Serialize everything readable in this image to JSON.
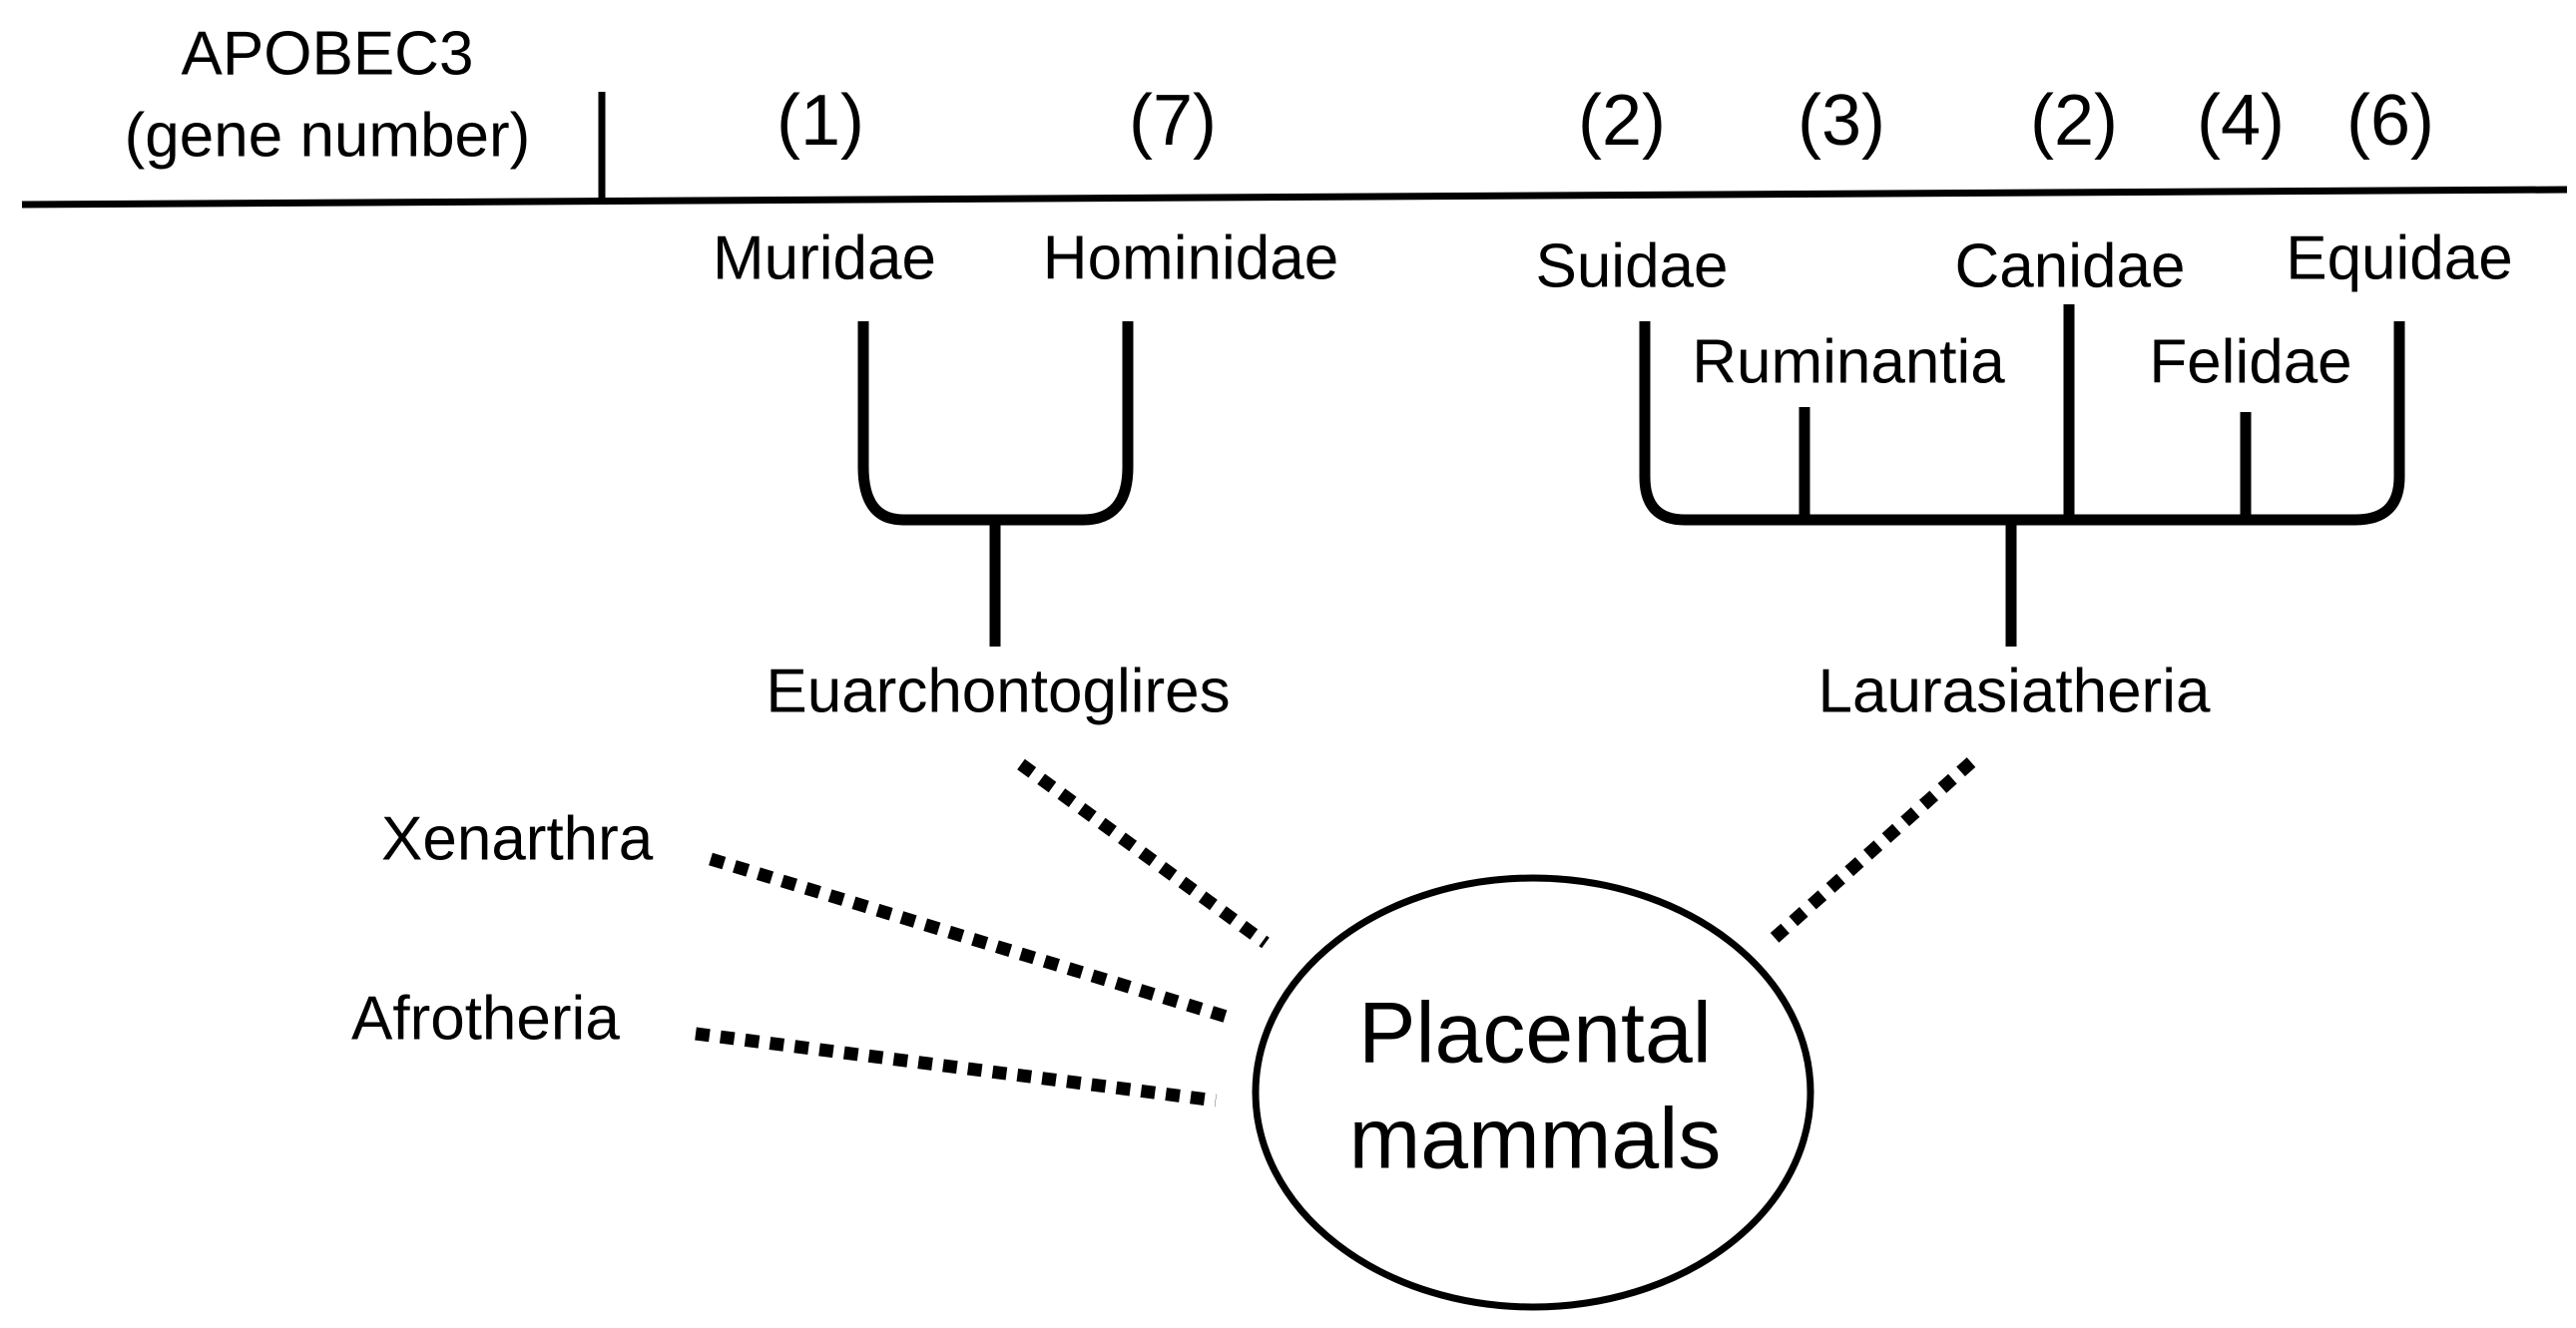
{
  "header": {
    "title_line1": "APOBEC3",
    "title_line2": "(gene number)"
  },
  "gene_counts": [
    {
      "group": "Muridae",
      "count": "(1)"
    },
    {
      "group": "Hominidae",
      "count": "(7)"
    },
    {
      "group": "Suidae",
      "count": "(2)"
    },
    {
      "group": "Ruminantia",
      "count": "(3)"
    },
    {
      "group": "Canidae",
      "count": "(2)"
    },
    {
      "group": "Felidae",
      "count": "(4)"
    },
    {
      "group": "Equidae",
      "count": "(6)"
    }
  ],
  "taxa": {
    "muridae": "Muridae",
    "hominidae": "Hominidae",
    "suidae": "Suidae",
    "ruminantia": "Ruminantia",
    "canidae": "Canidae",
    "felidae": "Felidae",
    "equidae": "Equidae"
  },
  "clades": {
    "euarchontoglires": "Euarchontoglires",
    "laurasiatheria": "Laurasiatheria",
    "xenarthra": "Xenarthra",
    "afrotheria": "Afrotheria"
  },
  "center": {
    "line1": "Placental",
    "line2": "mammals"
  }
}
